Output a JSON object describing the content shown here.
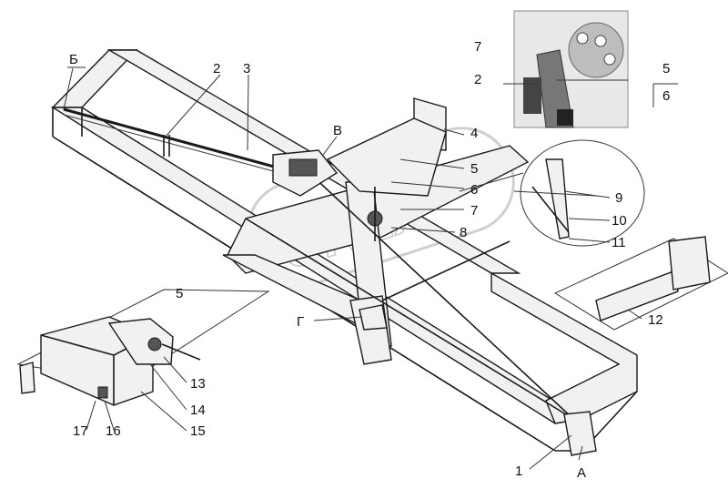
{
  "watermark": "OREX",
  "labels": {
    "b_cyr": "Б",
    "v_cyr": "В",
    "g_cyr": "Г",
    "a_cyr": "А",
    "n1": "1",
    "n2": "2",
    "n3": "3",
    "n4": "4",
    "n5_top": "5",
    "n6_mid": "6",
    "n7_mid": "7",
    "n8": "8",
    "n9": "9",
    "n10": "10",
    "n11": "11",
    "n12": "12",
    "n13": "13",
    "n14": "14",
    "n15": "15",
    "n16": "16",
    "n17": "17",
    "n5_left": "5",
    "inset_7": "7",
    "inset_2": "2",
    "inset_5": "5",
    "inset_6": "6"
  }
}
